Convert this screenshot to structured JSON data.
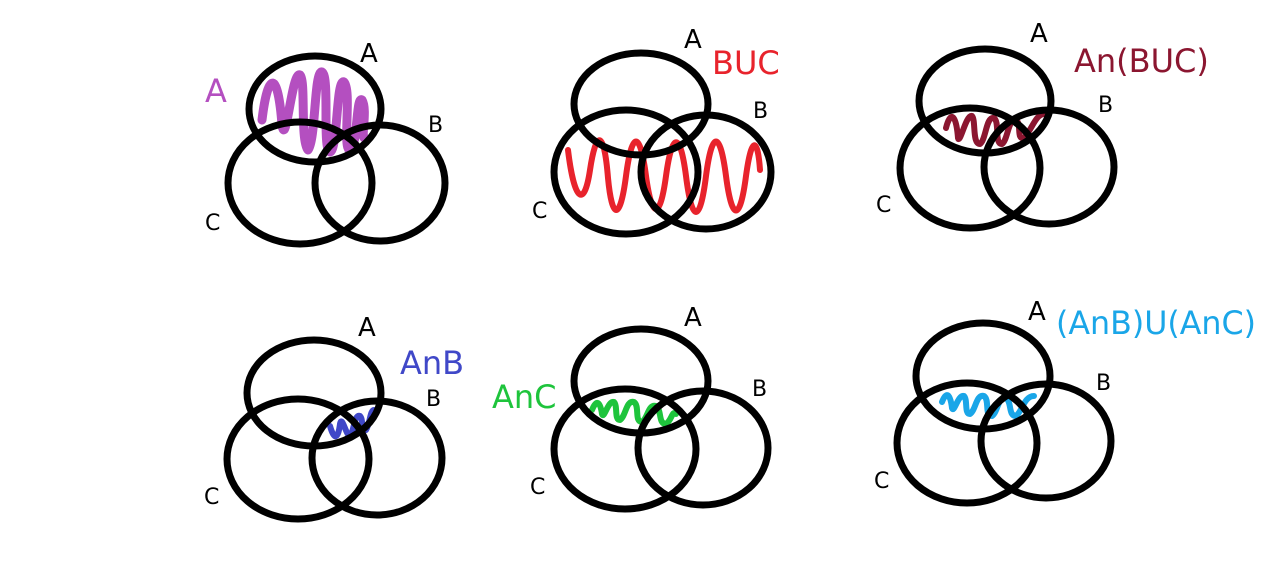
{
  "set_labels": {
    "a": "A",
    "b": "B",
    "c": "C"
  },
  "panels": [
    {
      "caption": "A",
      "color": "#b44fc0"
    },
    {
      "caption": "BUC",
      "color": "#e8232c"
    },
    {
      "caption": "An(BUC)",
      "color": "#8b1630"
    },
    {
      "caption": "AnB",
      "color": "#4048c8"
    },
    {
      "caption": "AnC",
      "color": "#1ec43c"
    },
    {
      "caption": "(AnB)U(AnC)",
      "color": "#1aa6e8"
    }
  ]
}
